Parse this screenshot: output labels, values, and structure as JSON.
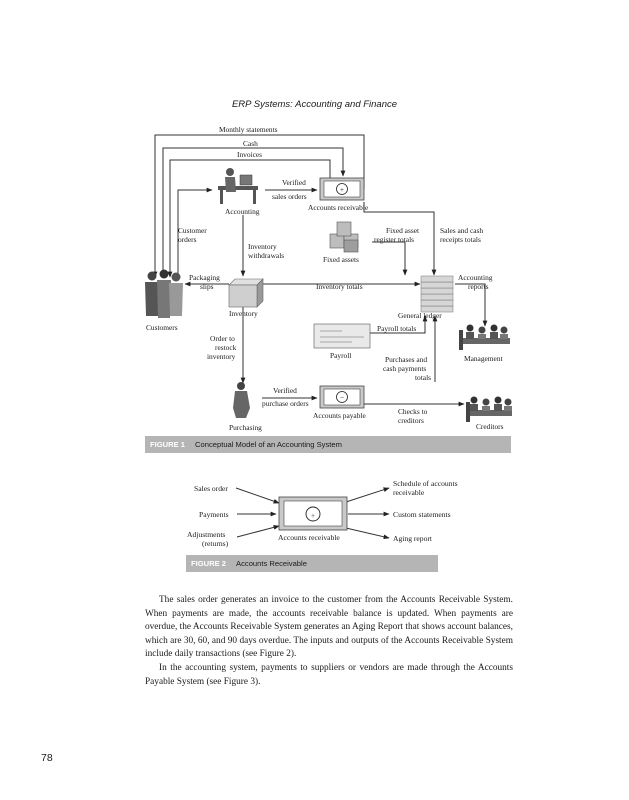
{
  "page": {
    "header": "ERP Systems: Accounting and Finance",
    "page_number": "78"
  },
  "figure1": {
    "label": "FIGURE 1",
    "caption": "Conceptual Model of an Accounting System",
    "texts": {
      "monthly": "Monthly statements",
      "cash": "Cash",
      "invoices": "Invoices",
      "verified1": "Verified",
      "sales_orders": "sales orders",
      "accounting": "Accounting",
      "accounts_receivable": "Accounts receivable",
      "customer": "Customer",
      "orders": "orders",
      "inventory_w1": "Inventory",
      "inventory_w2": "withdrawals",
      "fixed_assets": "Fixed assets",
      "far1": "Fixed asset",
      "far2": "register totals",
      "sc1": "Sales and cash",
      "sc2": "receipts totals",
      "packaging1": "Packaging",
      "packaging2": "slips",
      "inventory_totals": "Inventory totals",
      "ar1": "Accounting",
      "ar2": "reports",
      "customers": "Customers",
      "inventory": "Inventory",
      "general_ledger": "General ledger",
      "payroll_totals": "Payroll totals",
      "otr1": "Order to",
      "otr2": "restock",
      "otr3": "inventory",
      "payroll": "Payroll",
      "management": "Management",
      "pcp1": "Purchases and",
      "pcp2": "cash payments",
      "pcp3": "totals",
      "verified2": "Verified",
      "purchase_orders": "purchase orders",
      "accounts_payable": "Accounts payable",
      "ctc1": "Checks to",
      "ctc2": "creditors",
      "purchasing": "Purchasing",
      "creditors": "Creditors",
      "plus": "+",
      "minus": "−"
    }
  },
  "figure2": {
    "label": "FIGURE 2",
    "caption": "Accounts Receivable",
    "texts": {
      "sales_order": "Sales order",
      "payments": "Payments",
      "adj1": "Adjustments",
      "adj2": "(returns)",
      "accounts_receivable": "Accounts receivable",
      "sched1": "Schedule of accounts",
      "sched2": "receivable",
      "custom": "Custom statements",
      "aging": "Aging report",
      "plus": "+"
    }
  },
  "body": {
    "paragraph1": "The sales order generates an invoice to the customer from the Accounts Receivable System. When payments are made, the accounts receivable balance is updated. When payments are overdue, the Accounts Receivable System generates an Aging Report that shows account balances, which are 30, 60, and 90 days overdue. The inputs and outputs of the Accounts Receivable System include daily transactions (see Figure 2).",
    "paragraph2": "In the accounting system, payments to suppliers or vendors are made through the Accounts Payable System (see Figure 3)."
  }
}
